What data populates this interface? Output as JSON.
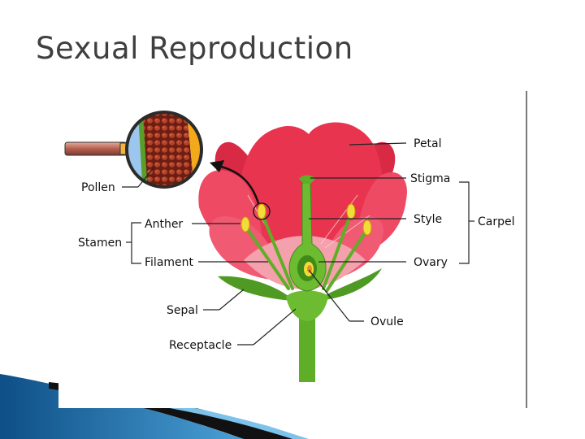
{
  "slide": {
    "title": "Sexual Reproduction"
  },
  "labels": {
    "petal": "Petal",
    "stigma": "Stigma",
    "style": "Style",
    "ovary": "Ovary",
    "carpel": "Carpel",
    "pollen": "Pollen",
    "anther": "Anther",
    "filament": "Filament",
    "stamen": "Stamen",
    "sepal": "Sepal",
    "receptacle": "Receptacle",
    "ovule": "Ovule"
  },
  "colors": {
    "petal": "#e8344f",
    "petal_light": "#f5a0ad",
    "stem": "#5fae28",
    "stem_dark": "#3f8a18",
    "anther": "#f3dc3a",
    "pollen": "#8a2a1a",
    "lens_rim": "#2b2b2b",
    "handle": "#a85a4a",
    "accent_blue": "#1e6aa3"
  }
}
